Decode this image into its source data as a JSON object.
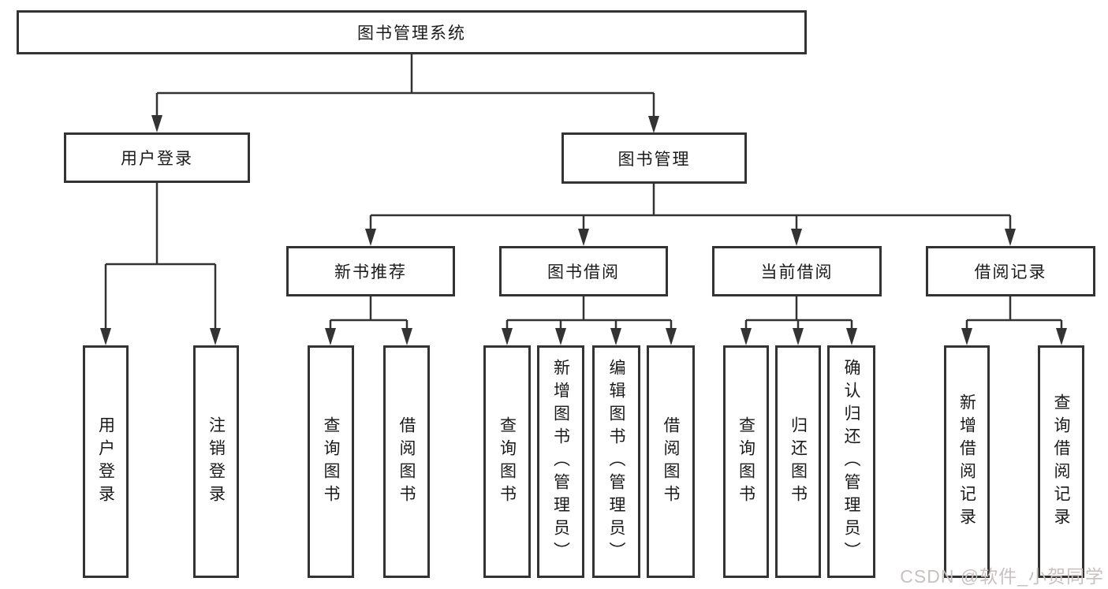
{
  "diagram": {
    "root": {
      "label": "图书管理系统"
    },
    "branches": [
      {
        "label": "用户登录",
        "children": [
          {
            "label": "用户登录"
          },
          {
            "label": "注销登录"
          }
        ]
      },
      {
        "label": "图书管理",
        "children": [
          {
            "label": "新书推荐",
            "children": [
              {
                "label": "查询图书"
              },
              {
                "label": "借阅图书"
              }
            ]
          },
          {
            "label": "图书借阅",
            "children": [
              {
                "label": "查询图书"
              },
              {
                "label": "新增图书（管理员）"
              },
              {
                "label": "编辑图书（管理员）"
              },
              {
                "label": "借阅图书"
              }
            ]
          },
          {
            "label": "当前借阅",
            "children": [
              {
                "label": "查询图书"
              },
              {
                "label": "归还图书"
              },
              {
                "label": "确认归还（管理员）"
              }
            ]
          },
          {
            "label": "借阅记录",
            "children": [
              {
                "label": "新增借阅记录"
              },
              {
                "label": "查询借阅记录"
              }
            ]
          }
        ]
      }
    ],
    "watermark": "CSDN @软件_小贺同学",
    "colors": {
      "line": "#333333",
      "box_border": "#333333",
      "box_background": "#ffffff",
      "text": "#1a1a1a",
      "watermark": "#c9c0c0"
    }
  }
}
